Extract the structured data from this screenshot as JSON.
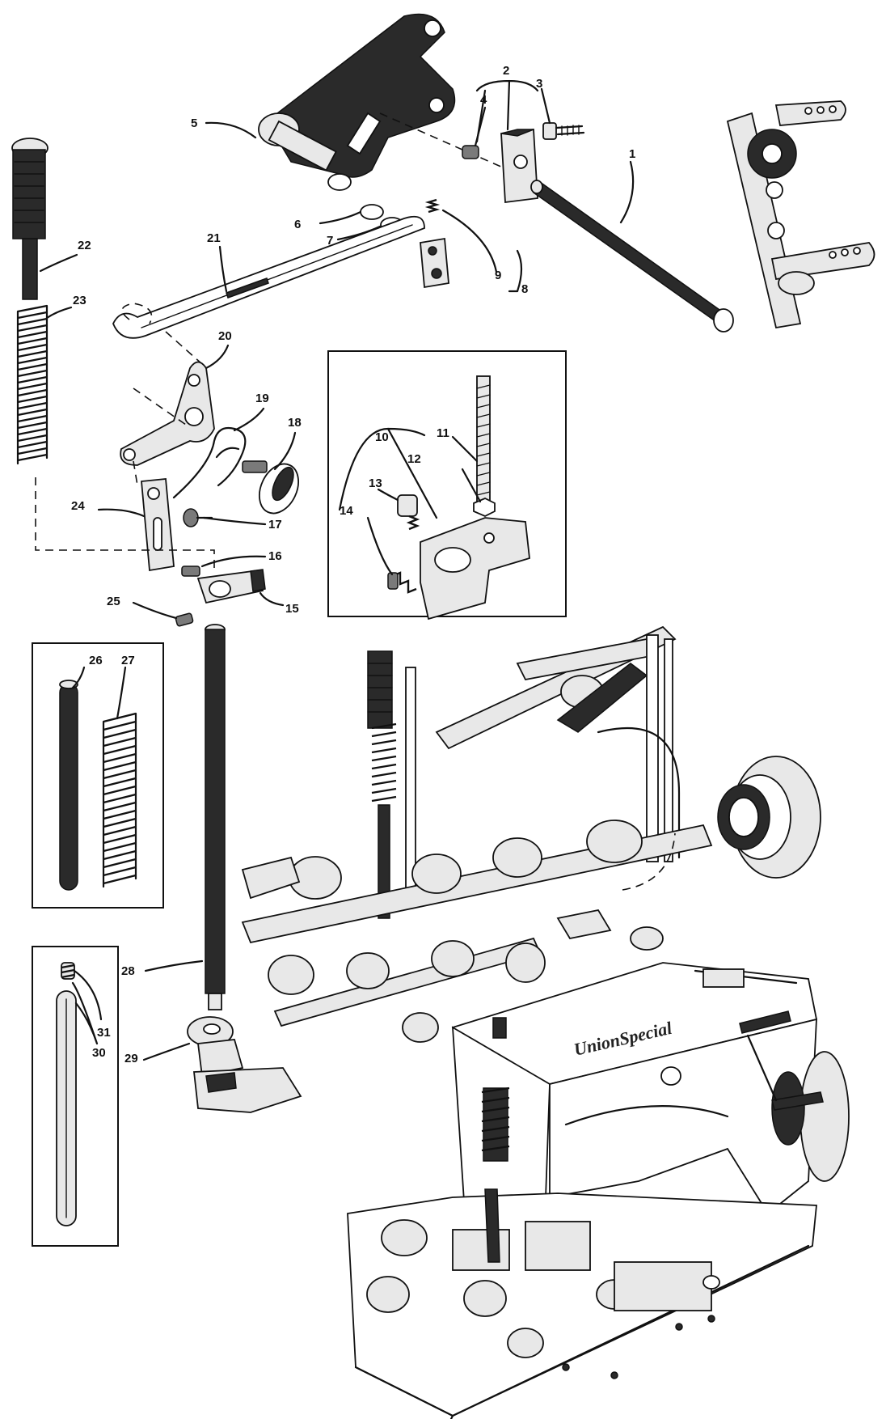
{
  "brand": "UnionSpecial",
  "callouts": {
    "c1": "1",
    "c2": "2",
    "c3": "3",
    "c4": "4",
    "c5": "5",
    "c6": "6",
    "c7": "7",
    "c8": "8",
    "c9": "9",
    "c10": "10",
    "c11": "11",
    "c12": "12",
    "c13": "13",
    "c14": "14",
    "c15": "15",
    "c16": "16",
    "c17": "17",
    "c18": "18",
    "c19": "19",
    "c20": "20",
    "c21": "21",
    "c22": "22",
    "c23": "23",
    "c24": "24",
    "c25": "25",
    "c26": "26",
    "c27": "27",
    "c28": "28",
    "c29": "29",
    "c30": "30",
    "c31": "31"
  }
}
